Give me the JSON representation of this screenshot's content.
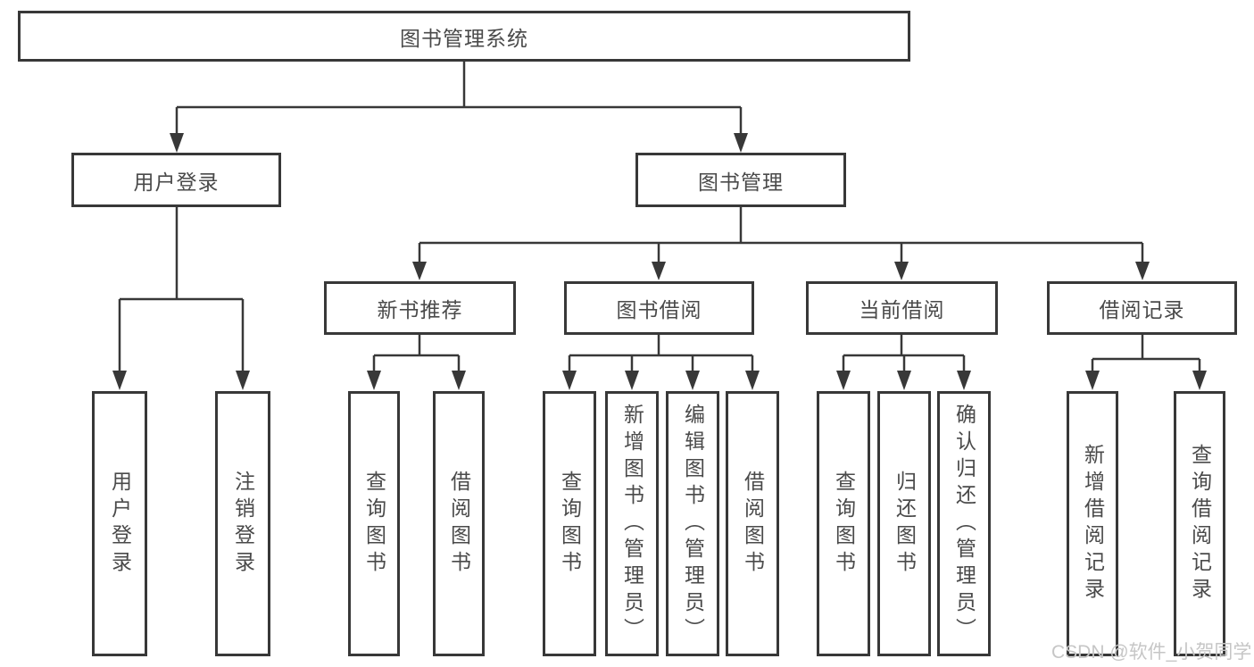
{
  "diagram": {
    "title": "图书管理系统",
    "root": {
      "label": "图书管理系统",
      "children": [
        {
          "label": "用户登录",
          "children": [
            {
              "label": "用户登录"
            },
            {
              "label": "注销登录"
            }
          ]
        },
        {
          "label": "图书管理",
          "children": [
            {
              "label": "新书推荐",
              "children": [
                {
                  "label": "查询图书"
                },
                {
                  "label": "借阅图书"
                }
              ]
            },
            {
              "label": "图书借阅",
              "children": [
                {
                  "label": "查询图书"
                },
                {
                  "label": "新增图书（管理员）"
                },
                {
                  "label": "编辑图书（管理员）"
                },
                {
                  "label": "借阅图书"
                }
              ]
            },
            {
              "label": "当前借阅",
              "children": [
                {
                  "label": "查询图书"
                },
                {
                  "label": "归还图书"
                },
                {
                  "label": "确认归还（管理员）"
                }
              ]
            },
            {
              "label": "借阅记录",
              "children": [
                {
                  "label": "新增借阅记录"
                },
                {
                  "label": "查询借阅记录"
                }
              ]
            }
          ]
        }
      ]
    },
    "colors": {
      "line": "#383838",
      "box_border": "#383838",
      "text": "#4a4a4a",
      "watermark": "#c6c6c6",
      "background": "#ffffff"
    }
  },
  "watermark": "CSDN @软件_小贺同学"
}
